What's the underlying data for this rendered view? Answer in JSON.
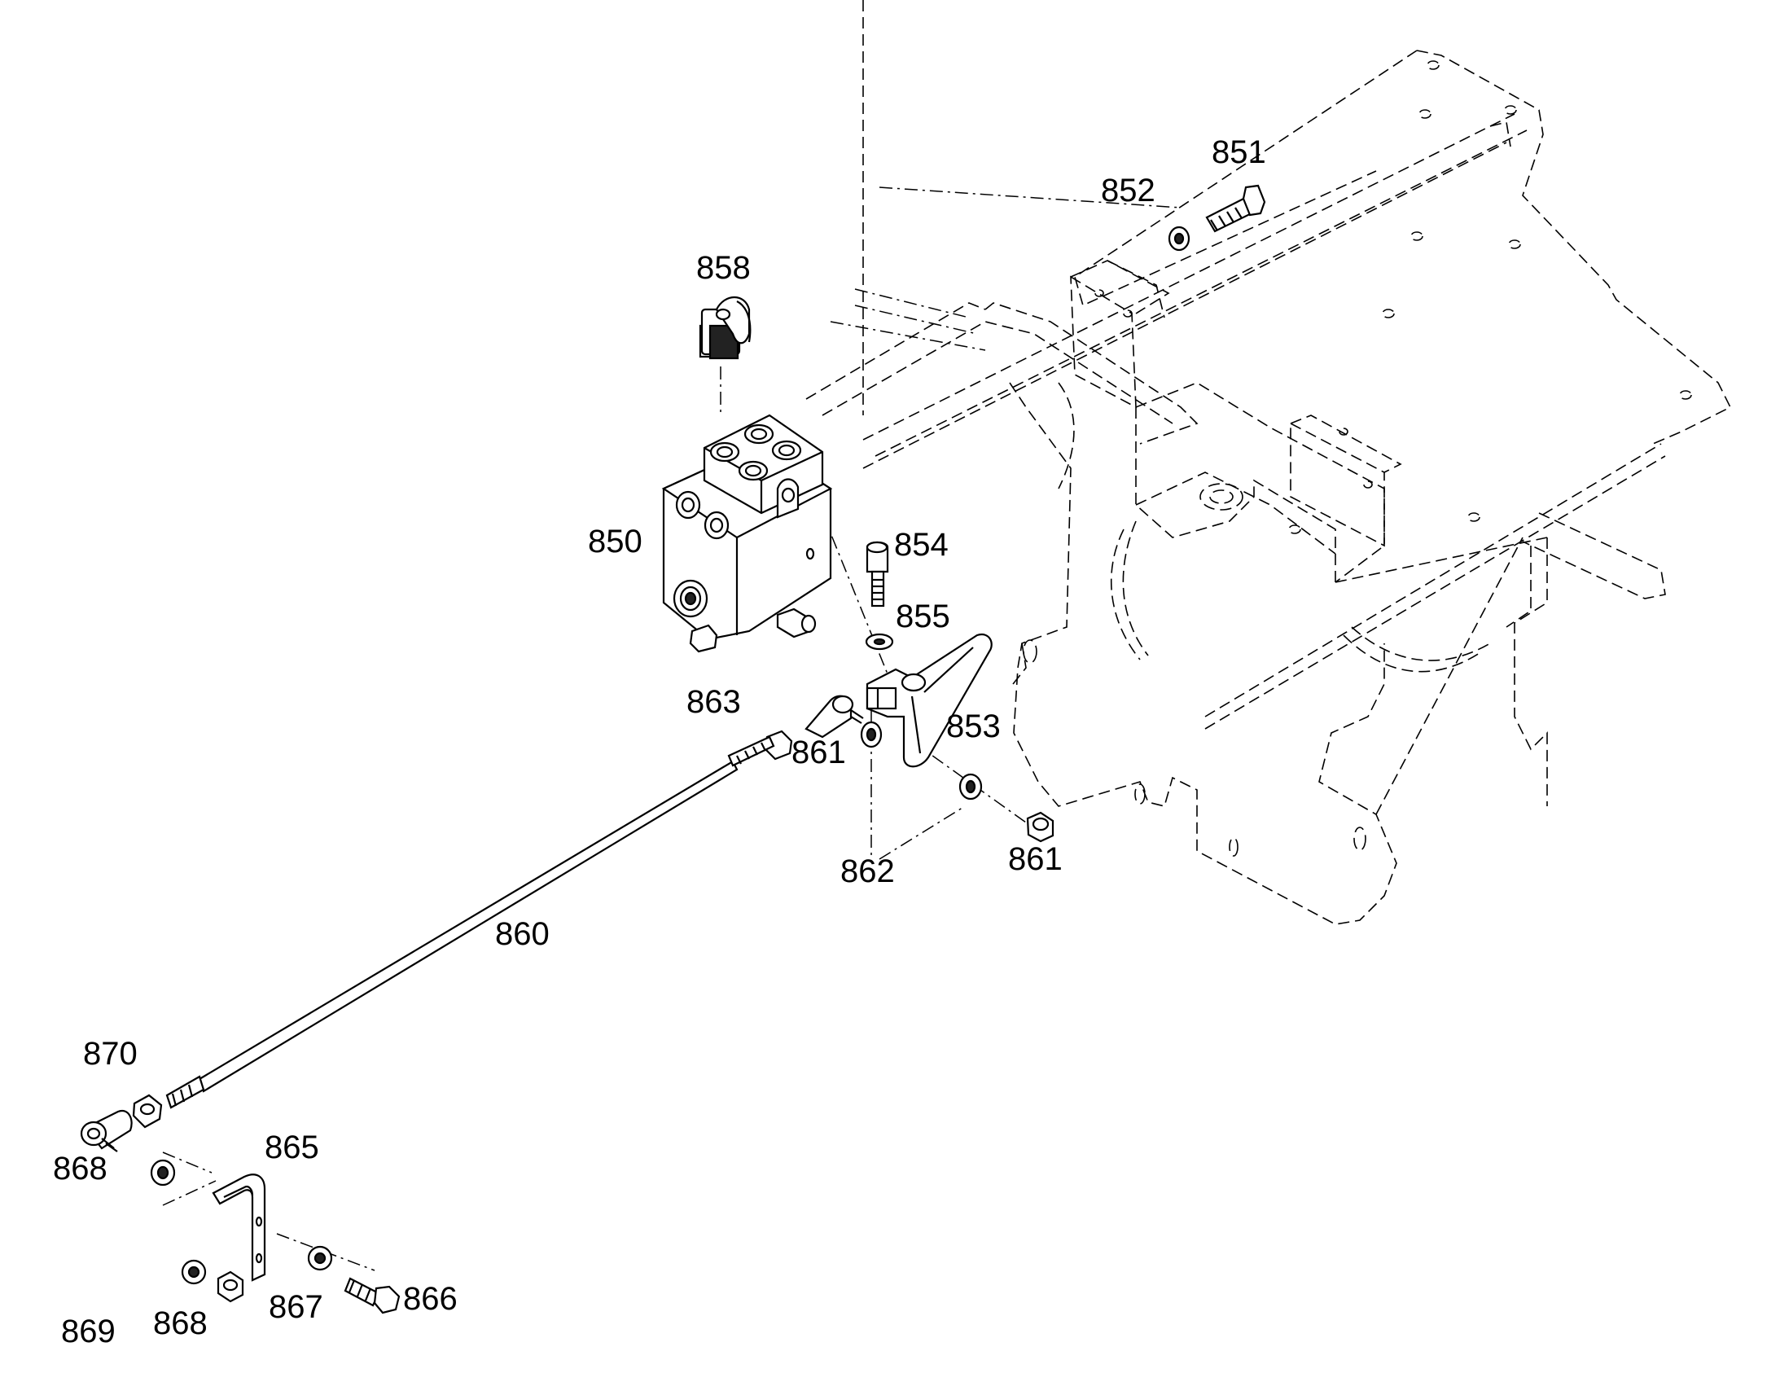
{
  "labels": [
    {
      "id": "850",
      "text": "850"
    },
    {
      "id": "851",
      "text": "851"
    },
    {
      "id": "852",
      "text": "852"
    },
    {
      "id": "853",
      "text": "853"
    },
    {
      "id": "854",
      "text": "854"
    },
    {
      "id": "855",
      "text": "855"
    },
    {
      "id": "858",
      "text": "858"
    },
    {
      "id": "860",
      "text": "860"
    },
    {
      "id": "861a",
      "text": "861"
    },
    {
      "id": "861b",
      "text": "861"
    },
    {
      "id": "862",
      "text": "862"
    },
    {
      "id": "863",
      "text": "863"
    },
    {
      "id": "865",
      "text": "865"
    },
    {
      "id": "866",
      "text": "866"
    },
    {
      "id": "867",
      "text": "867"
    },
    {
      "id": "868a",
      "text": "868"
    },
    {
      "id": "868b",
      "text": "868"
    },
    {
      "id": "869",
      "text": "869"
    },
    {
      "id": "870",
      "text": "870"
    }
  ]
}
